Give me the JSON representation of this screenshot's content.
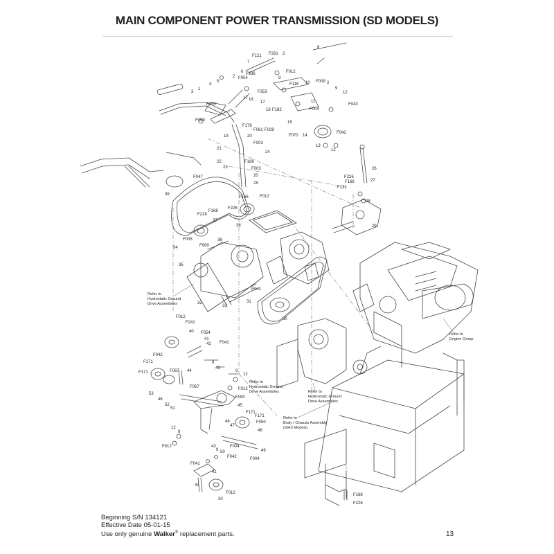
{
  "title": "MAIN COMPONENT POWER TRANSMISSION (SD MODELS)",
  "footer": {
    "serial": "Beginning S/N 134121",
    "effective": "Effective Date 05-01-15",
    "genuine_prefix": "Use only genuine ",
    "brand": "Walker",
    "registered": "®",
    "genuine_suffix": " replacement parts."
  },
  "page_number": "13",
  "notes": {
    "hydrostatic_left": [
      "Refer to",
      "Hydrostatic Ground",
      "Drive Assemblies"
    ],
    "hydrostatic_mid": [
      "Refer to",
      "Hydrostatic Ground",
      "Drive Assemblies"
    ],
    "hydrostatic_right": [
      "Refer to",
      "Hydrostatic Ground",
      "Drive Assemblies"
    ],
    "engine": [
      "Refer to",
      "Engine Group"
    ],
    "body": [
      "Refer to",
      "Body / Chassis Assembly",
      "(GHS Models)"
    ]
  },
  "callouts": {
    "upper": [
      "F121",
      "F261",
      "2",
      "7",
      "8",
      "6",
      "F336",
      "F054",
      "F353",
      "5",
      "4",
      "1",
      "3",
      "F255",
      "17",
      "18",
      "16",
      "17",
      "F061",
      "F029",
      "F009",
      "F178",
      "19",
      "20",
      "F003",
      "21",
      "24",
      "22",
      "23",
      "F186",
      "F003",
      "20",
      "25",
      "F012",
      "F166",
      "F047",
      "39",
      "F226",
      "F168",
      "F228",
      "37",
      "38",
      "36",
      "F005",
      "34",
      "F069",
      "35",
      "F012",
      "9",
      "10",
      "F009",
      "2",
      "9",
      "12",
      "F116",
      "F182",
      "11",
      "F004",
      "F043",
      "15",
      "F070",
      "14",
      "13",
      "12",
      "F042",
      "26",
      "F226",
      "F168",
      "27",
      "F131",
      "28",
      "29",
      "F040",
      "31",
      "32",
      "33",
      "30"
    ],
    "lower": [
      "F012",
      "F241",
      "40",
      "F054",
      "41",
      "42",
      "F041",
      "F042",
      "F171",
      "F171",
      "F067",
      "44",
      "9",
      "43",
      "F012",
      "12",
      "F090",
      "F067",
      "45",
      "F171",
      "F050",
      "46",
      "47",
      "48",
      "F004",
      "F042",
      "F004",
      "49",
      "50",
      "53",
      "46",
      "52",
      "51",
      "12",
      "9",
      "F012",
      "43",
      "9",
      "F041",
      "41",
      "44",
      "30",
      "F012",
      "F168",
      "F226"
    ]
  },
  "icons": [
    "mower-drive-exploded-diagram"
  ]
}
